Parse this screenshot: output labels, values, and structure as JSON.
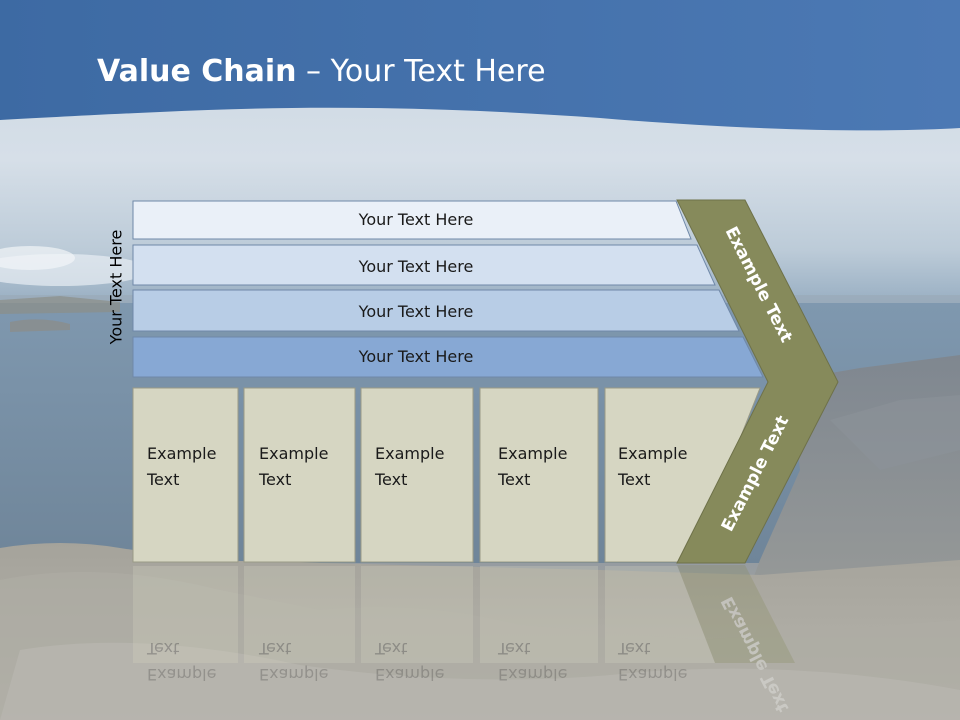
{
  "title": {
    "bold": "Value Chain",
    "rest": " – Your Text Here"
  },
  "side_label": "Your Text Here",
  "bars": [
    "Your Text Here",
    "Your Text Here",
    "Your Text Here",
    "Your Text Here"
  ],
  "columns": [
    {
      "line1": "Example",
      "line2": "Text"
    },
    {
      "line1": "Example",
      "line2": "Text"
    },
    {
      "line1": "Example",
      "line2": "Text"
    },
    {
      "line1": "Example",
      "line2": "Text"
    },
    {
      "line1": "Example",
      "line2": "Text"
    }
  ],
  "chevron": {
    "upper": "Example Text",
    "lower": "Example Text"
  },
  "colors": {
    "banner": "#4a76ad",
    "bar_fills": [
      "#eaf0f8",
      "#d3e0f0",
      "#b8cde6",
      "#87a8d4"
    ],
    "column_fill": "#d6d6c2",
    "chevron_fill": "#868a5b"
  }
}
